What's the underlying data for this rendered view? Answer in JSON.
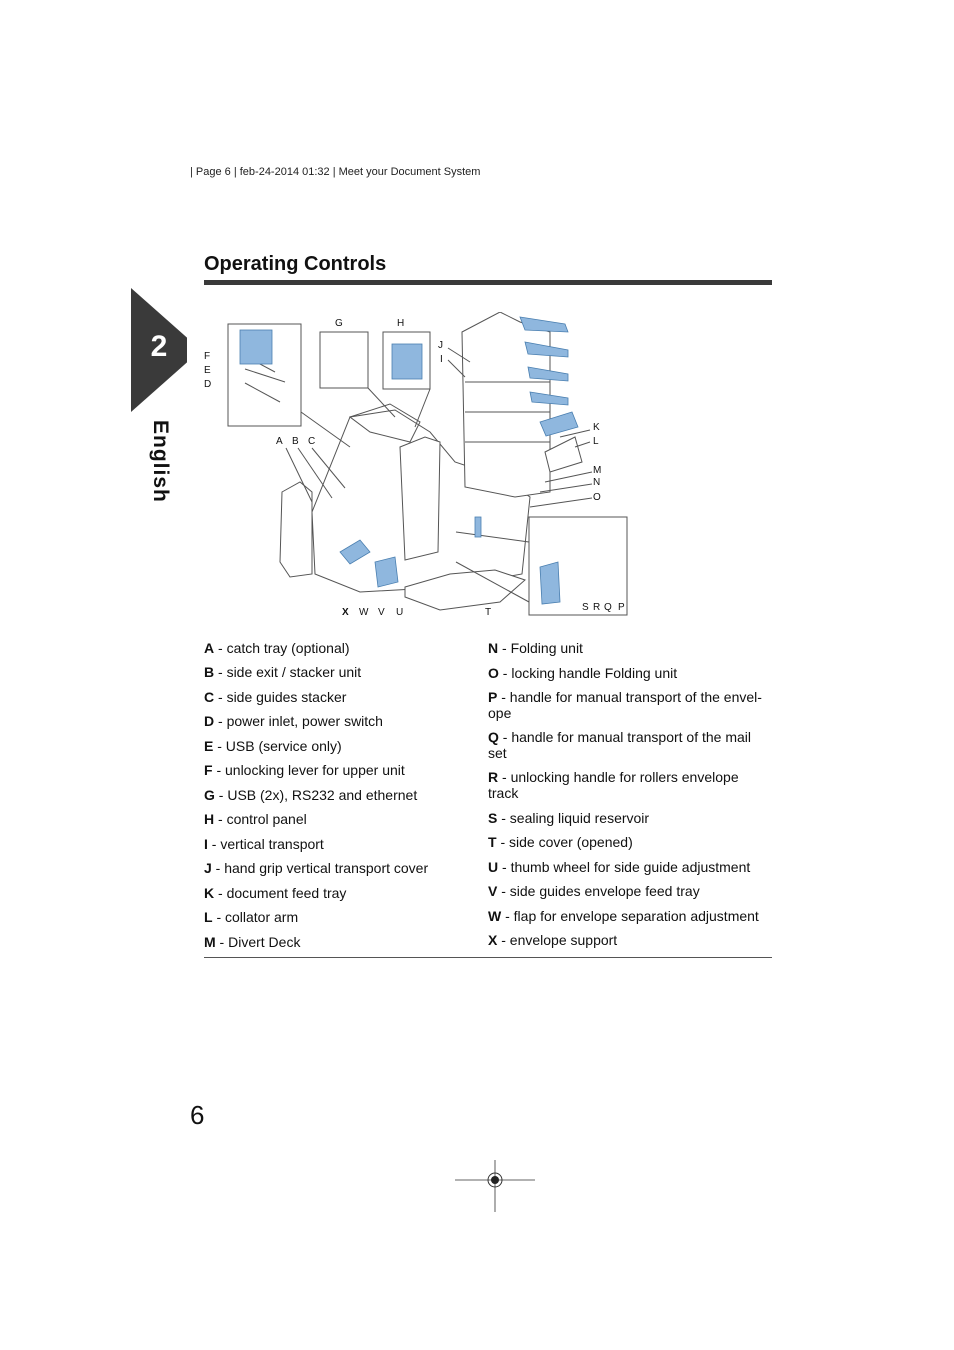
{
  "header": {
    "running_text": "|  Page 6 | feb-24-2014 01:32 | Meet your Document System"
  },
  "title": "Operating Controls",
  "tab": {
    "chapter": "2",
    "language": "English"
  },
  "diagram": {
    "callouts": [
      "A",
      "B",
      "C",
      "D",
      "E",
      "F",
      "G",
      "H",
      "I",
      "J",
      "K",
      "L",
      "M",
      "N",
      "O",
      "P",
      "Q",
      "R",
      "S",
      "T",
      "U",
      "V",
      "W",
      "X"
    ],
    "highlight_color": "#8fb7de",
    "line_color": "#555555"
  },
  "legend_left": [
    {
      "letter": "A",
      "text": " - catch tray (optional)"
    },
    {
      "letter": "B",
      "text": " - side exit / stacker unit"
    },
    {
      "letter": "C",
      "text": " - side guides stacker"
    },
    {
      "letter": "D",
      "text": " - power inlet, power switch"
    },
    {
      "letter": "E",
      "text": " - USB (service only)"
    },
    {
      "letter": "F",
      "text": " - unlocking lever for upper unit"
    },
    {
      "letter": "G",
      "text": " - USB (2x), RS232 and ethernet"
    },
    {
      "letter": "H",
      "text": " - control panel"
    },
    {
      "letter": "I",
      "text": " - vertical transport"
    },
    {
      "letter": "J",
      "text": " - hand grip vertical transport cover"
    },
    {
      "letter": "K",
      "text": " - document feed tray"
    },
    {
      "letter": "L",
      "text": " - collator arm"
    },
    {
      "letter": "M",
      "text": " - Divert Deck"
    }
  ],
  "legend_right": [
    {
      "letter": "N",
      "text": " - Folding unit"
    },
    {
      "letter": "O",
      "text": " - locking handle Folding unit"
    },
    {
      "letter": "P",
      "text": " - handle for manual transport of the envel-ope"
    },
    {
      "letter": "Q",
      "text": " - handle for manual transport of the mail set"
    },
    {
      "letter": "R",
      "text": " - unlocking handle for rollers envelope track"
    },
    {
      "letter": "S",
      "text": " - sealing liquid reservoir"
    },
    {
      "letter": "T",
      "text": " - side cover (opened)"
    },
    {
      "letter": "U",
      "text": " - thumb wheel for side guide adjustment"
    },
    {
      "letter": "V",
      "text": " - side guides envelope feed tray"
    },
    {
      "letter": "W",
      "text": " - flap for envelope separation adjustment"
    },
    {
      "letter": "X",
      "text": " - envelope support"
    }
  ],
  "page_number": "6"
}
